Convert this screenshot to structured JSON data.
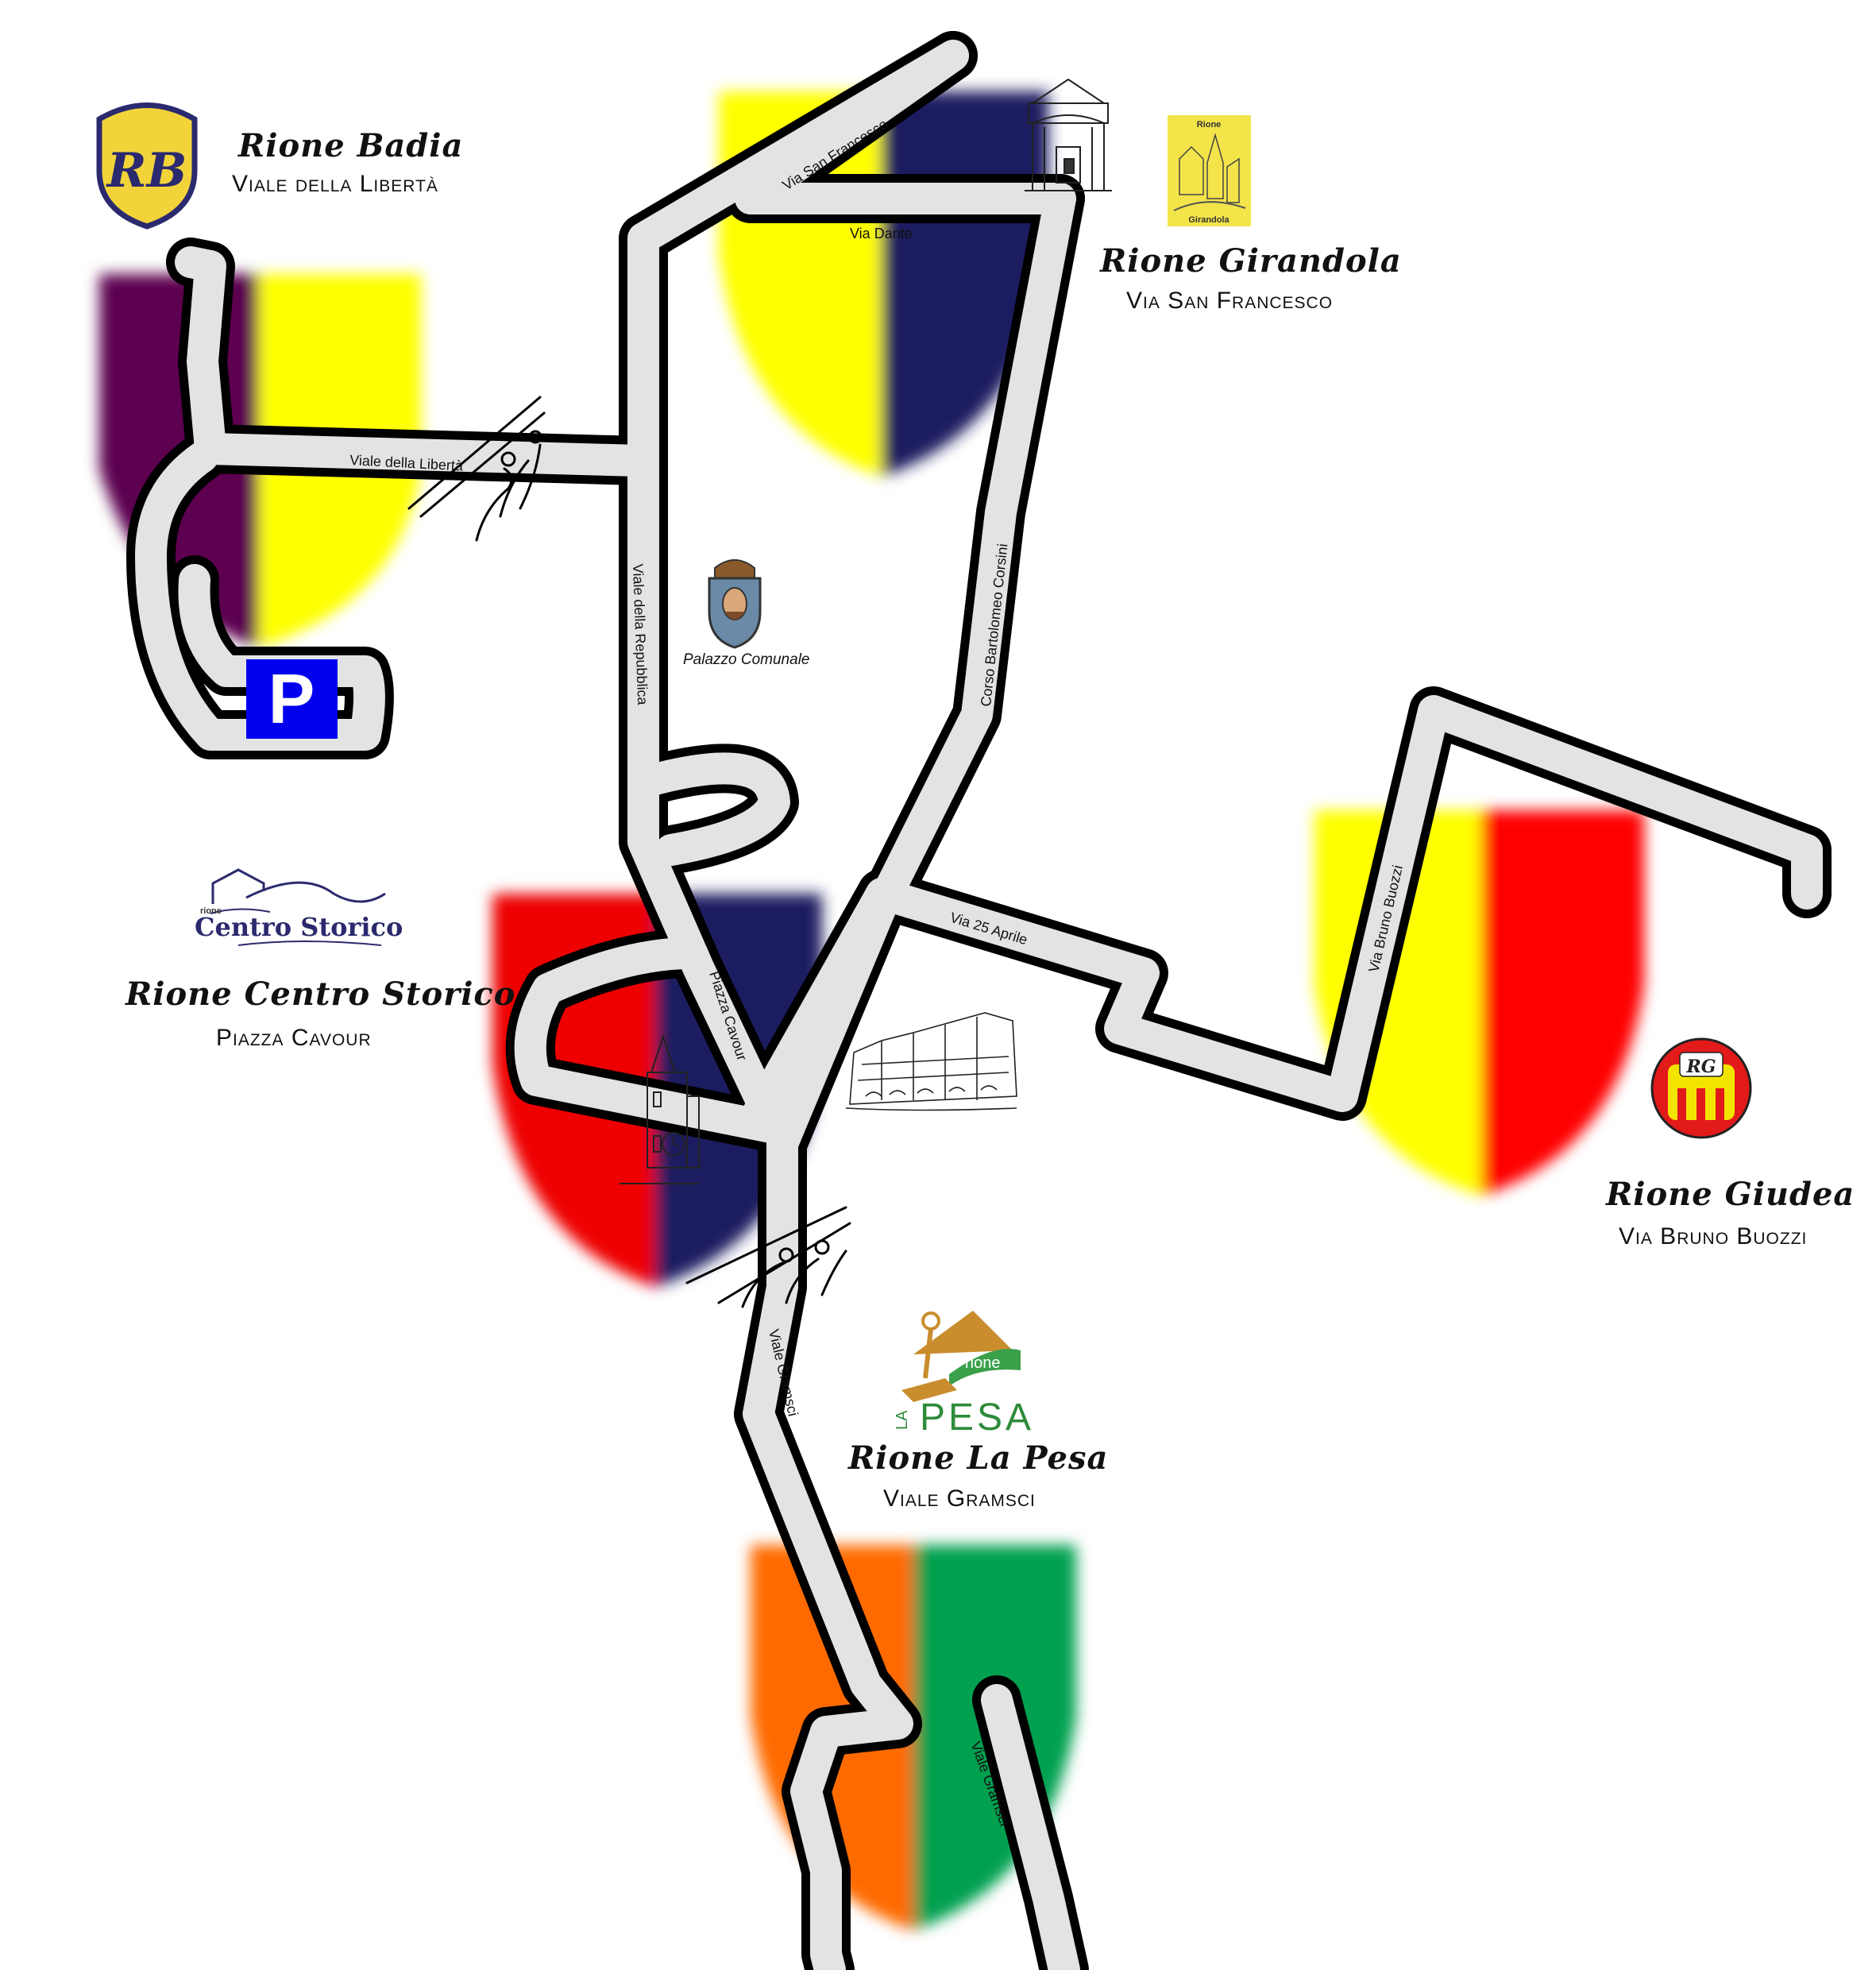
{
  "rioni": [
    {
      "name": "Rione Badia",
      "street": "Viale della Libertà",
      "colors": [
        "#5c0050",
        "#ffff00"
      ]
    },
    {
      "name": "Rione Girandola",
      "street": "Via San Francesco",
      "colors": [
        "#ffff00",
        "#1c1c60"
      ]
    },
    {
      "name": "Rione Centro Storico",
      "street": "Piazza Cavour",
      "colors": [
        "#ee0000",
        "#1c1c60"
      ]
    },
    {
      "name": "Rione Giudea",
      "street": "Via Bruno Buozzi",
      "colors": [
        "#ffff00",
        "#ff0000"
      ]
    },
    {
      "name": "Rione La Pesa",
      "street": "Viale Gramsci",
      "colors": [
        "#ff6a00",
        "#00a050"
      ]
    }
  ],
  "streets": {
    "via_san_francesco": "Via San Francesco",
    "via_dante": "Via Dante",
    "viale_della_liberta": "Viale della Libertà",
    "viale_della_repubblica": "Viale della Repubblica",
    "corso_bartolomeo_corsini": "Corso Bartolomeo Corsini",
    "via_25_aprile": "Via 25 Aprile",
    "via_bruno_buozzi": "Via Bruno Buozzi",
    "piazza_cavour": "Piazza Cavour",
    "viale_gramsci": "Viale Gramsci",
    "viale_gramsci_south": "Viale Gramsci"
  },
  "landmarks": {
    "palazzo_comunale": "Palazzo Comunale",
    "parking_symbol": "P"
  },
  "logos": {
    "badia": "RB",
    "girandola_top": "Rione",
    "girandola_bottom": "Girandola",
    "centro_storico_small": "rione",
    "centro_storico": "Centro Storico",
    "giudea": "RG",
    "pesa_la": "LA",
    "pesa_rione": "rione",
    "pesa": "PESA"
  },
  "icons": [
    "pedestrian-crossing-icon",
    "parking-icon",
    "church-icon",
    "clock-tower-icon",
    "piazza-buildings-icon",
    "town-crest-icon"
  ]
}
